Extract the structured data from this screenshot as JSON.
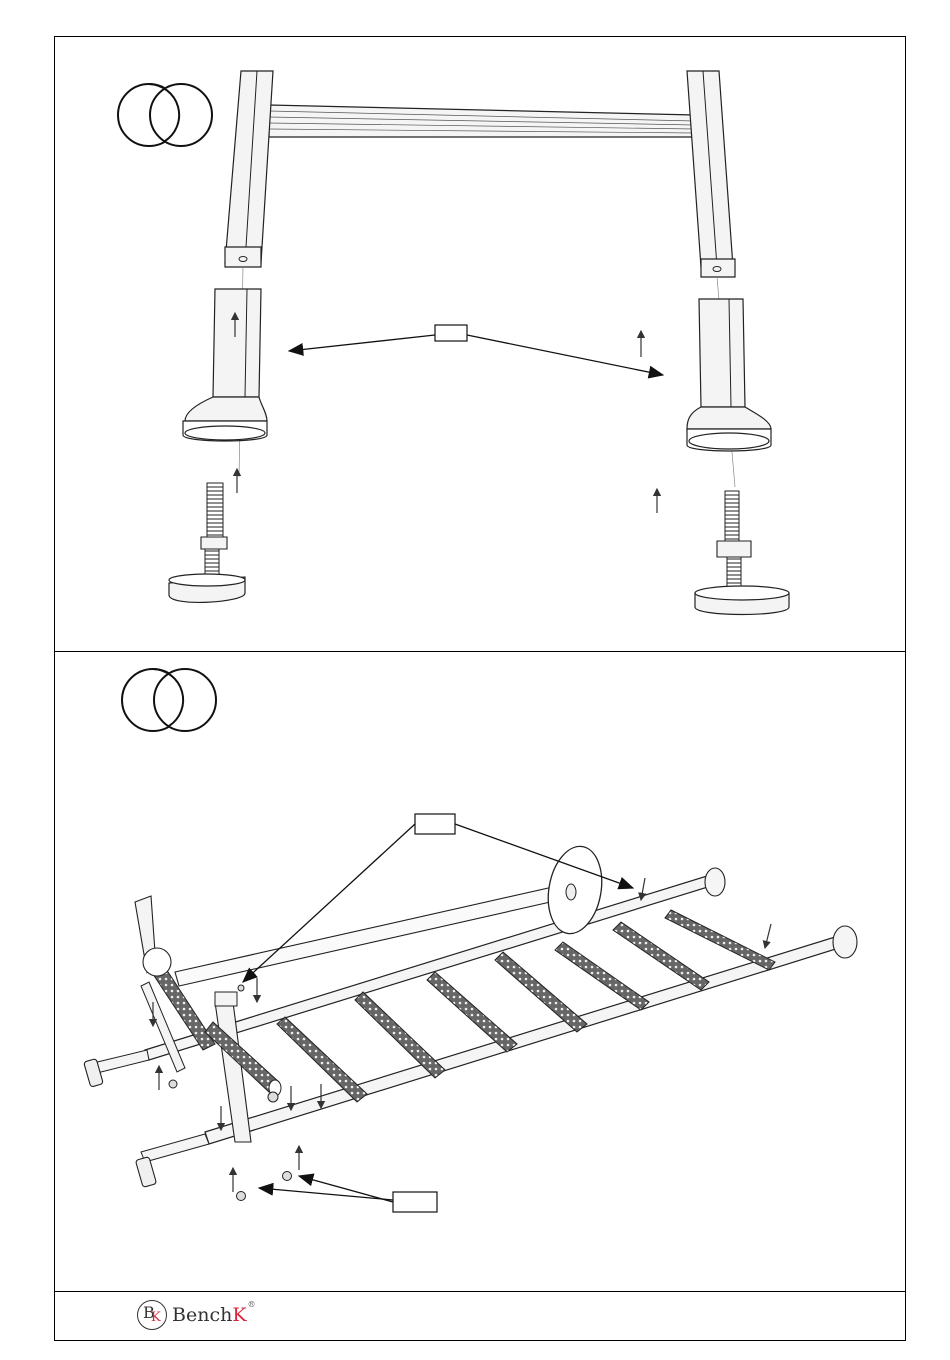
{
  "document": {
    "steps": [
      {
        "step_number": "",
        "callout_labels": [
          ""
        ]
      },
      {
        "step_number": "",
        "callout_labels": [
          "",
          ""
        ]
      }
    ]
  },
  "footer": {
    "brand": {
      "mark_b": "B",
      "mark_k": "K",
      "name_main": "Bench",
      "name_accent": "K",
      "trademark": "®"
    }
  },
  "colors": {
    "line": "#222222",
    "brand_red": "#d6263b",
    "tube_fill": "#f4f4f4"
  }
}
